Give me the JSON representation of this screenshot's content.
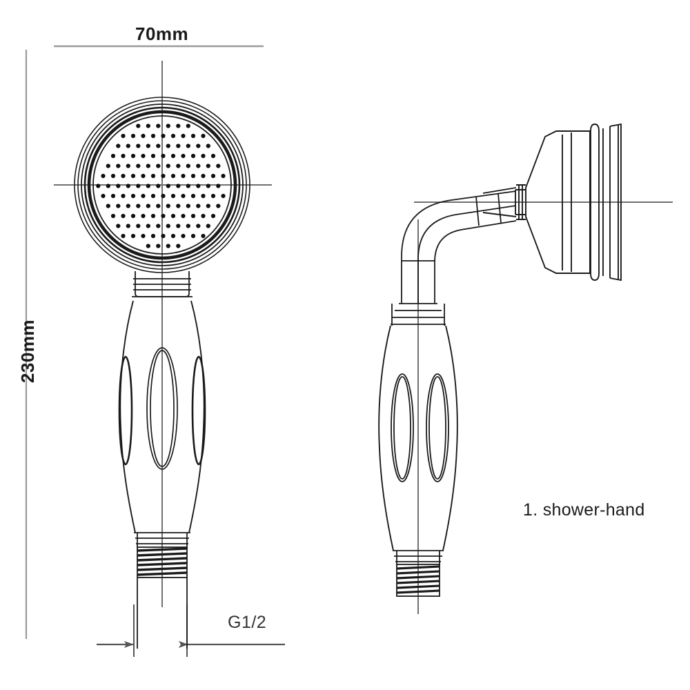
{
  "drawing": {
    "background_color": "#ffffff",
    "line_color": "#1a1a1a",
    "dimension_line_color": "#808080",
    "centerline_color": "#707070"
  },
  "dimensions": {
    "width": {
      "label": "70mm",
      "orientation": "horizontal",
      "position": "top"
    },
    "height": {
      "label": "230mm",
      "orientation": "vertical-rotated",
      "position": "left"
    },
    "thread": {
      "label": "G1/2",
      "orientation": "horizontal",
      "position": "bottom"
    }
  },
  "annotations": {
    "part_callout": "1. shower-hand"
  },
  "views": {
    "front": {
      "name": "front-view",
      "head_shape": "circular-face-with-spray-holes",
      "handle_shape": "barrel-fluted",
      "connector": "threaded-g12"
    },
    "side": {
      "name": "side-view",
      "head_shape": "conical-profile-stepped",
      "neck_shape": "ninety-degree-elbow",
      "handle_shape": "barrel-fluted",
      "connector": "threaded-g12"
    }
  }
}
